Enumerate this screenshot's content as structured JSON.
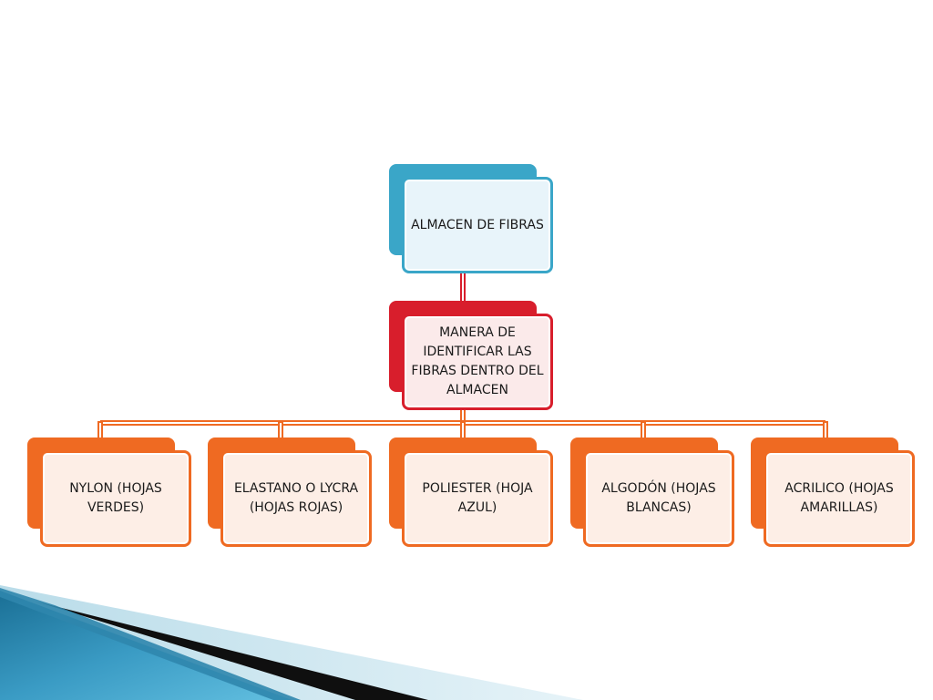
{
  "colors": {
    "root_border": "#3aa6c8",
    "root_fill": "#e8f4fa",
    "mid_border": "#d81e2c",
    "mid_fill": "#fbeaea",
    "leaf_border": "#ef6a22",
    "leaf_fill": "#fdeee6",
    "connector_red": "#d81e2c",
    "connector_orange": "#ef6a22"
  },
  "diagram": {
    "root": {
      "label": "ALMACEN DE FIBRAS"
    },
    "middle": {
      "label": "MANERA DE IDENTIFICAR LAS FIBRAS DENTRO DEL ALMACEN"
    },
    "leaves": [
      {
        "label": "NYLON (HOJAS VERDES)"
      },
      {
        "label": "ELASTANO O LYCRA (HOJAS ROJAS)"
      },
      {
        "label": "POLIESTER (HOJA AZUL)"
      },
      {
        "label": "ALGODÓN (HOJAS BLANCAS)"
      },
      {
        "label": "ACRILICO (HOJAS AMARILLAS)"
      }
    ]
  }
}
